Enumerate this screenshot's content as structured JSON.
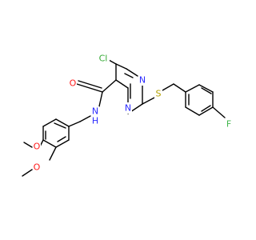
{
  "molecule": {
    "atom_labels": {
      "cl": "Cl",
      "n_ring_top": "N",
      "n_ring_bottom": "N",
      "s_thioether": "S",
      "o_carbonyl": "O",
      "n_amide": "N",
      "h_amide": "H",
      "fluorine": "F",
      "o_methoxy_upper": "O",
      "o_methoxy_lower": "O"
    },
    "colors": {
      "bond": "#000000",
      "chlorine": "#33aa33",
      "nitrogen": "#2b2bff",
      "sulfur": "#b2a000",
      "oxygen": "#ff1a1a",
      "fluorine": "#3fb54a"
    }
  }
}
